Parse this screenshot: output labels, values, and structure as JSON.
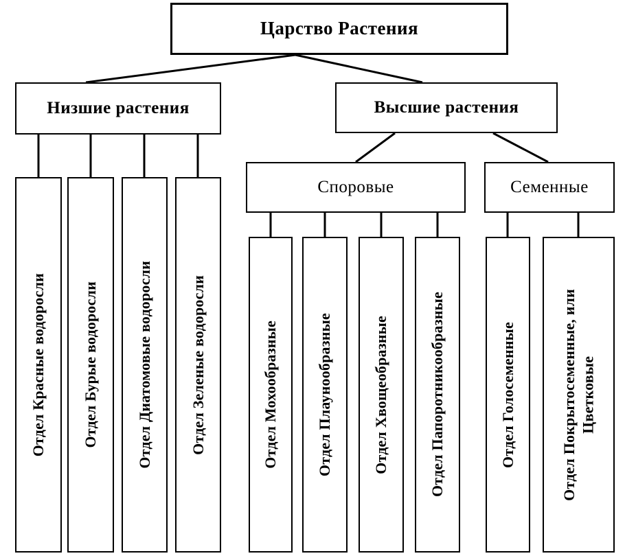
{
  "diagram": {
    "title": "Царство Растения",
    "level2": [
      {
        "label": "Низшие растения"
      },
      {
        "label": "Высшие растения"
      }
    ],
    "level3": [
      {
        "label": "Споровые"
      },
      {
        "label": "Семенные"
      }
    ],
    "lower_plant_divisions": [
      {
        "label": "Отдел Красные водоросли"
      },
      {
        "label": "Отдел Бурые водоросли"
      },
      {
        "label": "Отдел Диатомовые водоросли"
      },
      {
        "label": "Отдел Зеленые водоросли"
      }
    ],
    "spore_plant_divisions": [
      {
        "label": "Отдел Мохообразные"
      },
      {
        "label": "Отдел Плаунообразные"
      },
      {
        "label": "Отдел Хвощеобразные"
      },
      {
        "label": "Отдел Папоротникообразные"
      }
    ],
    "seed_plant_divisions": [
      {
        "label": "Отдел Голосеменные"
      },
      {
        "label": "Отдел Покрытосеменные, или\nЦветковые"
      }
    ],
    "colors": {
      "line": "#000000",
      "background": "#ffffff",
      "text": "#000000"
    }
  }
}
